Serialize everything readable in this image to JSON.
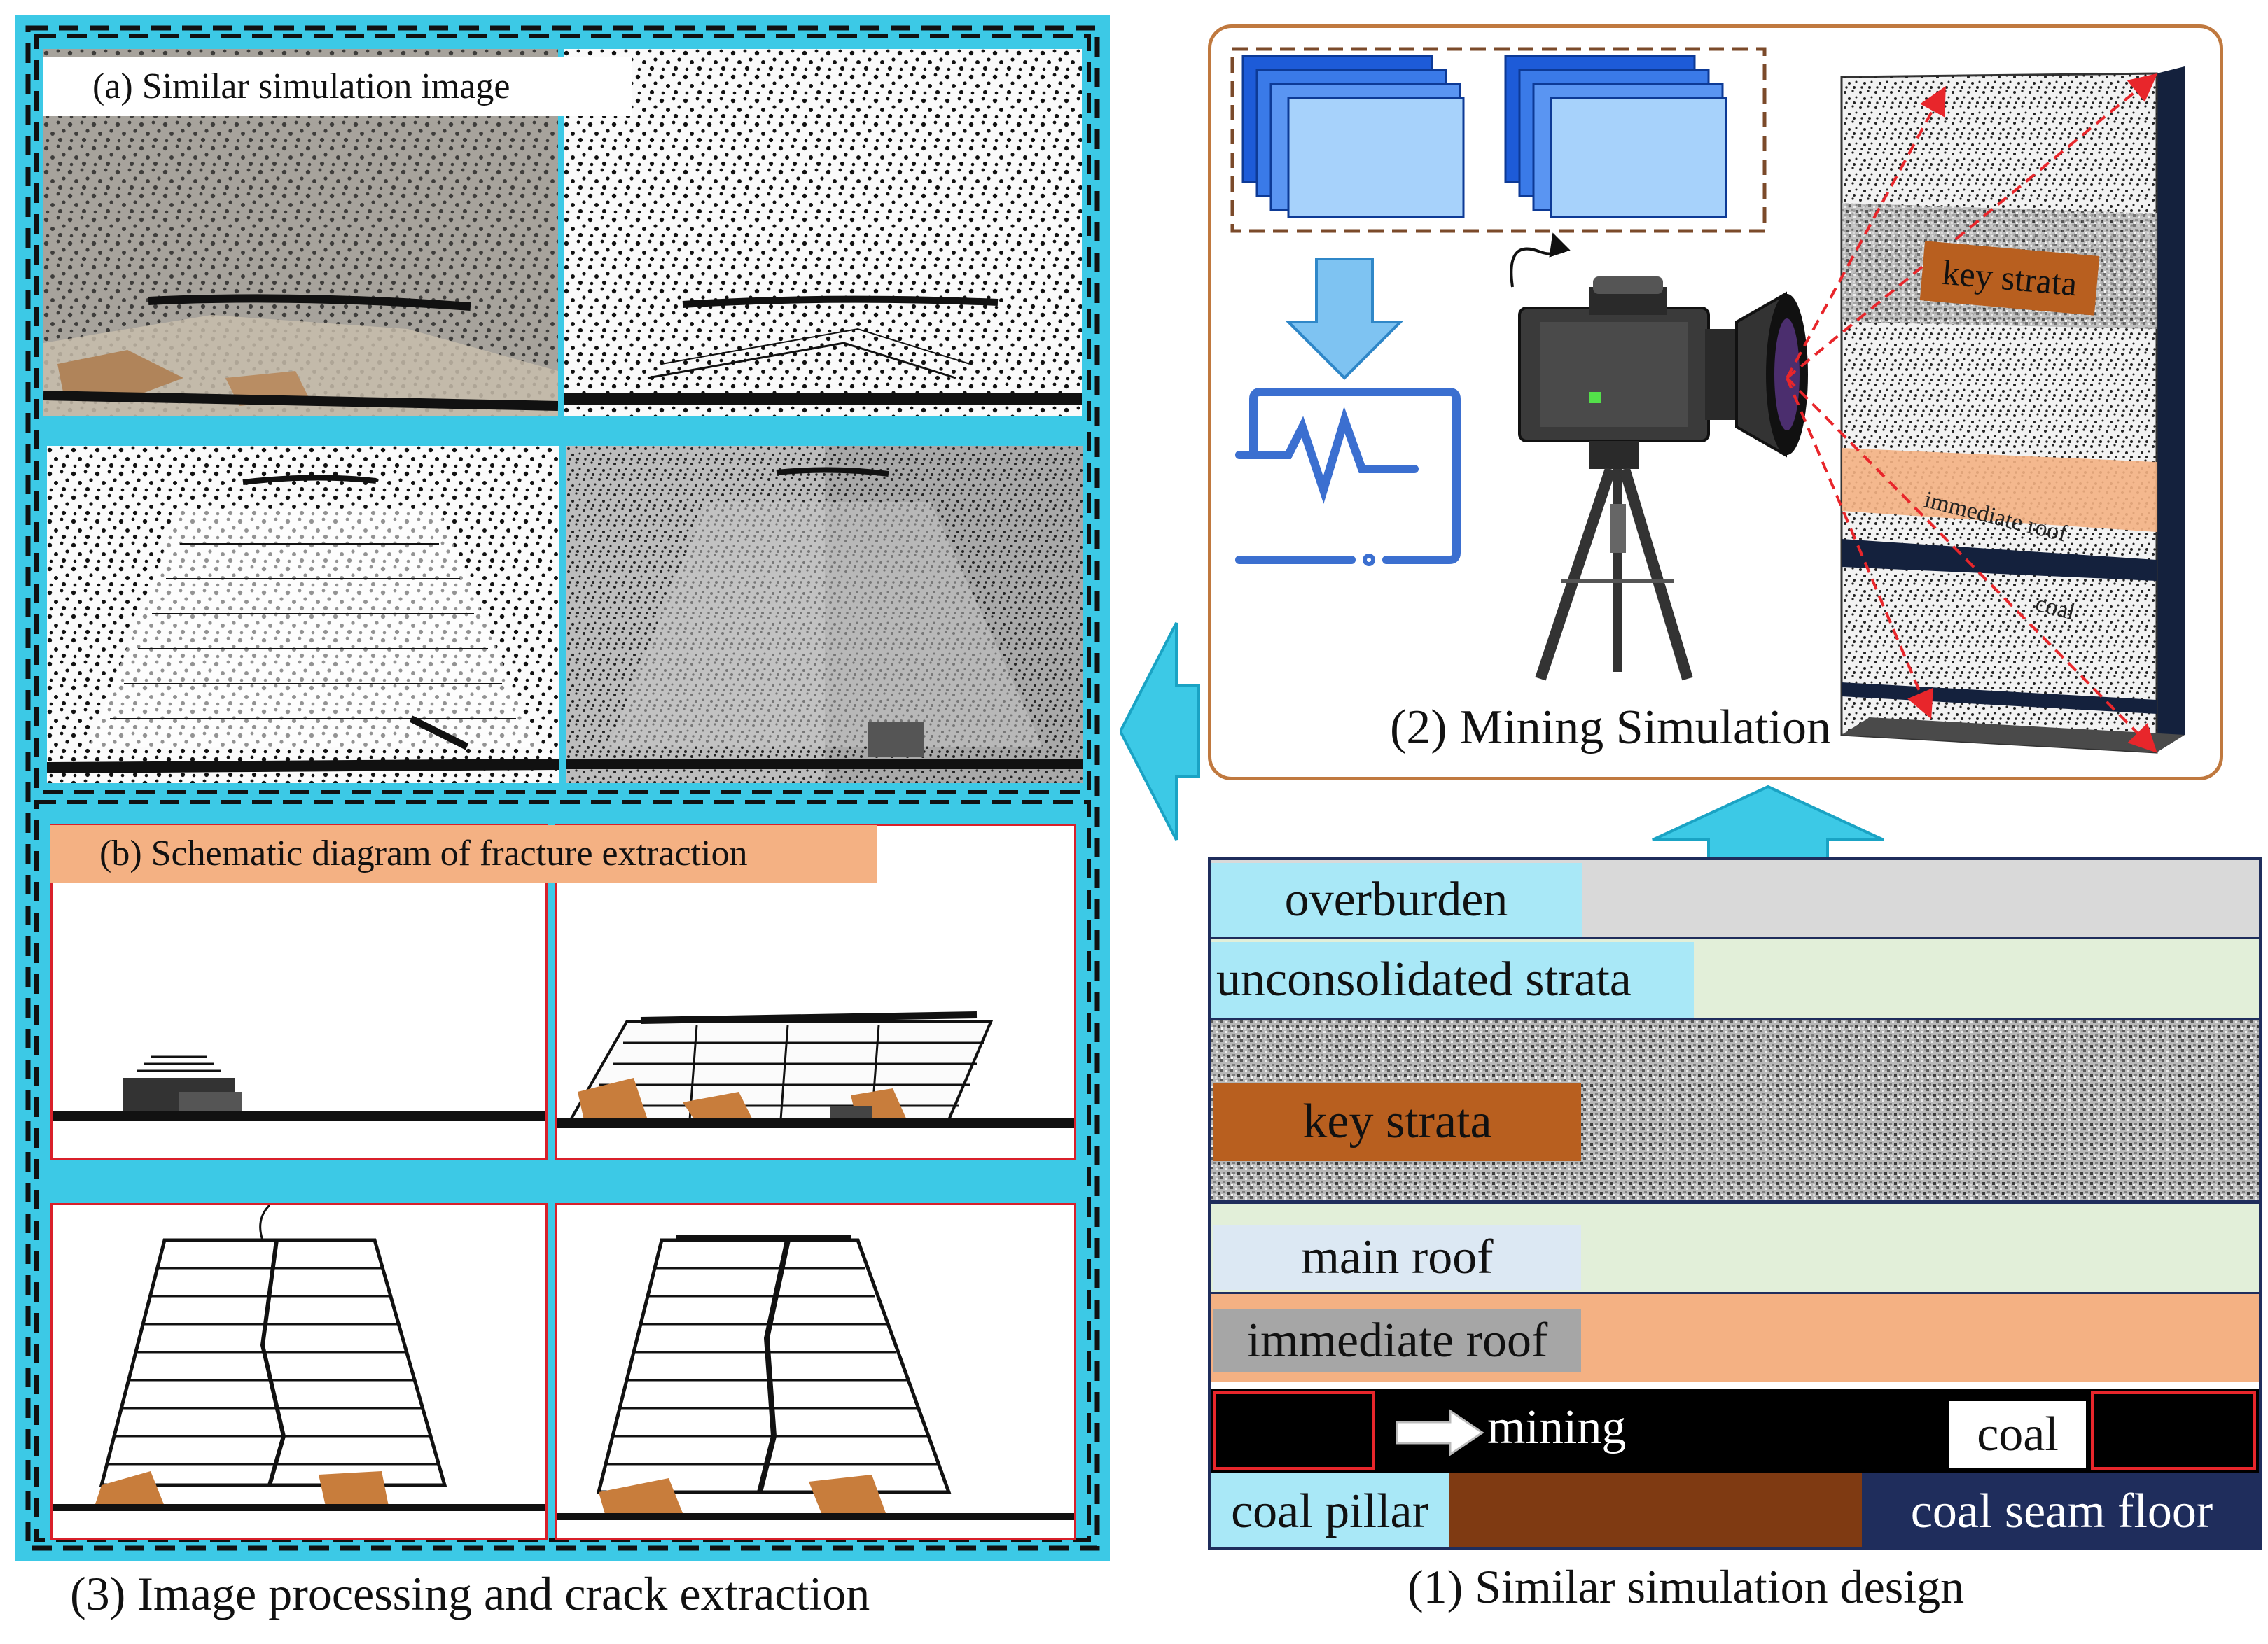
{
  "figure": {
    "panel_a_title": "(a) Similar simulation image",
    "panel_b_title": "(b) Schematic diagram of fracture extraction",
    "caption_3": "(3) Image processing and crack extraction",
    "caption_2": "(2) Mining Simulation",
    "caption_1": "(1) Similar simulation design"
  },
  "mining_simulation": {
    "wall_labels": {
      "key_strata": "key strata",
      "immediate_roof": "immediate roof",
      "coal": "coal"
    }
  },
  "design": {
    "overburden": "overburden",
    "unconsolidated": "unconsolidated strata",
    "key_strata": "key strata",
    "main_roof": "main roof",
    "immediate_roof": "immediate roof",
    "mining": "mining",
    "coal": "coal",
    "coal_pillar": "coal pillar",
    "coal_seam_floor": "coal seam floor"
  },
  "colors": {
    "cyan_frame": "#3cc9e6",
    "orange_label": "#f4b183",
    "brown_frame": "#c0793f",
    "navy": "#1f2d5c",
    "key_strata_brown": "#b85f1f",
    "floor_brown": "#7f3a12",
    "light_green": "#e2efd9",
    "light_cyan": "#a9e8f7",
    "gray": "#d9d9d9"
  }
}
